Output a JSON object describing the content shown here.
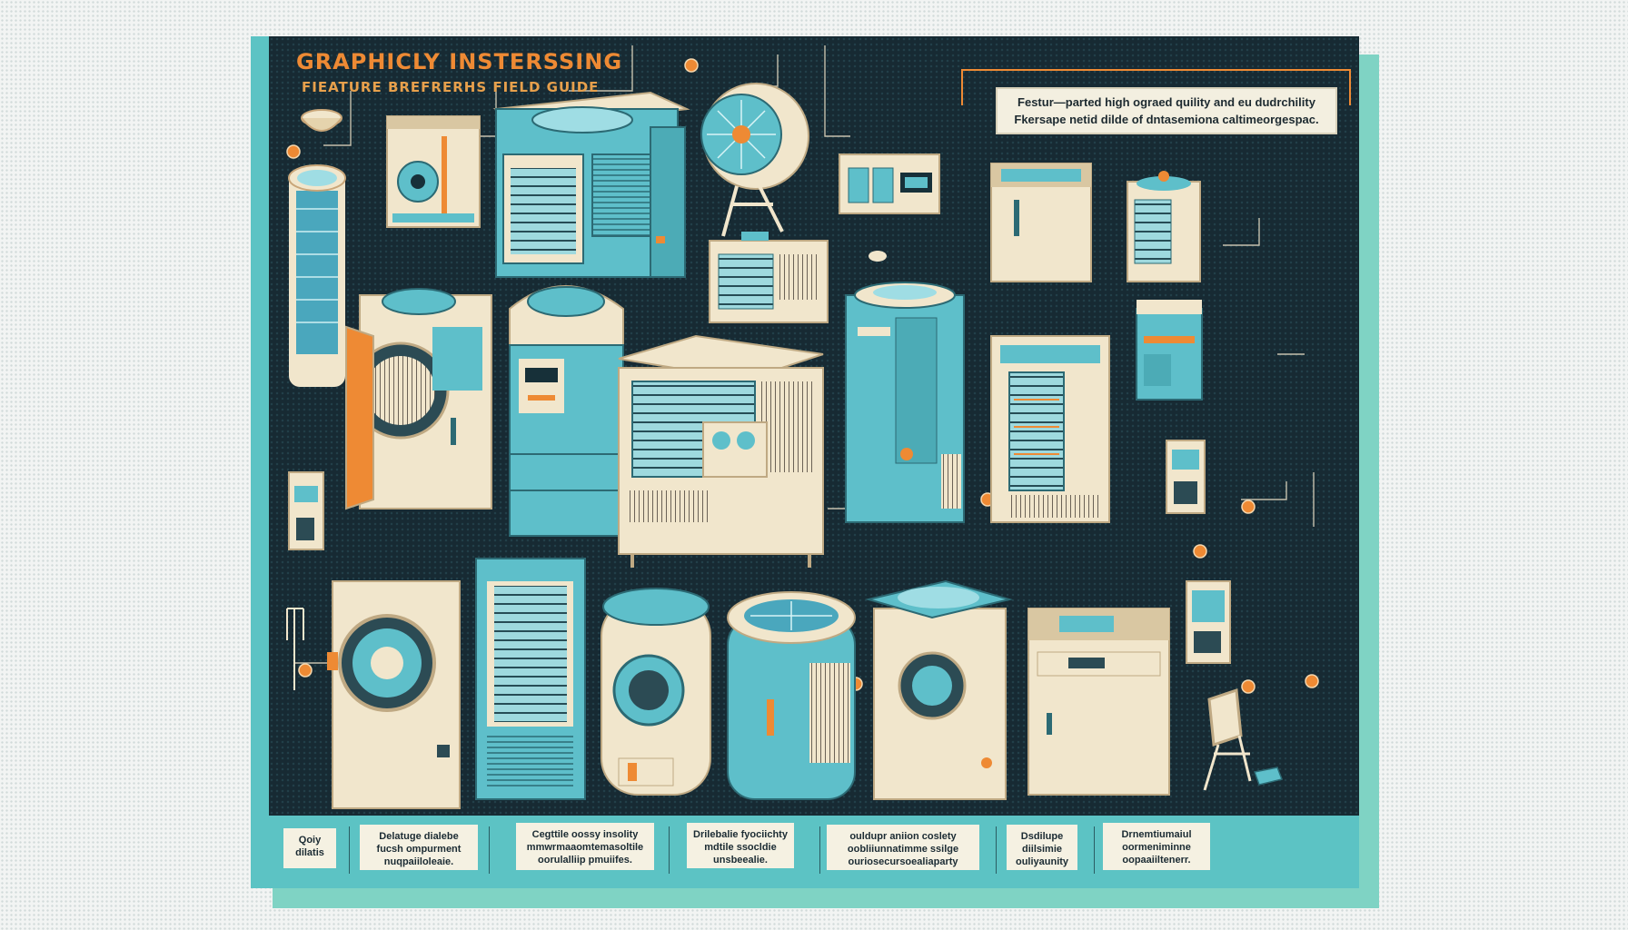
{
  "poster": {
    "title": "GRAPHICLY  INSTERSSING",
    "subtitle": "FIEATURE BREFRERHS FIELD GUIDE",
    "callout": {
      "line1": "Festur—parted high ograed quility and eu dudrchility",
      "line2": "Fkersape netid dilde of dntasemiona caltimeorgespac."
    }
  },
  "captions": [
    {
      "line1": "Qoiy",
      "line2": "dilatis"
    },
    {
      "line1": "Delatuge dialebe",
      "line2": "fucsh ompurment",
      "line3": "nuqpaiiloleaie."
    },
    {
      "line1": "Cegttile oossy insolity",
      "line2": "mmwrmaaomtemasoltile",
      "line3": "oorulalliip pmuiifes."
    },
    {
      "line1": "Drilebalie fyociichty",
      "line2": "mdtile ssocldie",
      "line3": "unsbeealie."
    },
    {
      "line1": "ouldupr aniion coslety",
      "line2": "oobliiunnatimme ssilge",
      "line3": "ouriosecursoealiaparty"
    },
    {
      "line1": "Dsdilupe",
      "line2": "diilsimie",
      "line3": "ouliyaunity"
    },
    {
      "line1": "Drnemtiumaiul",
      "line2": "oormeniminne",
      "line3": "oopaaiiltenerr."
    }
  ],
  "colors": {
    "background_dark": "#172a33",
    "frame_teal": "#5cc3c4",
    "accent_orange": "#ee8a34",
    "machine_teal": "#5ebfca",
    "machine_cream": "#f1e6cc"
  },
  "icons": [
    "numbered-marker-icon",
    "machine-illustration",
    "chair-illustration",
    "stand-illustration"
  ]
}
